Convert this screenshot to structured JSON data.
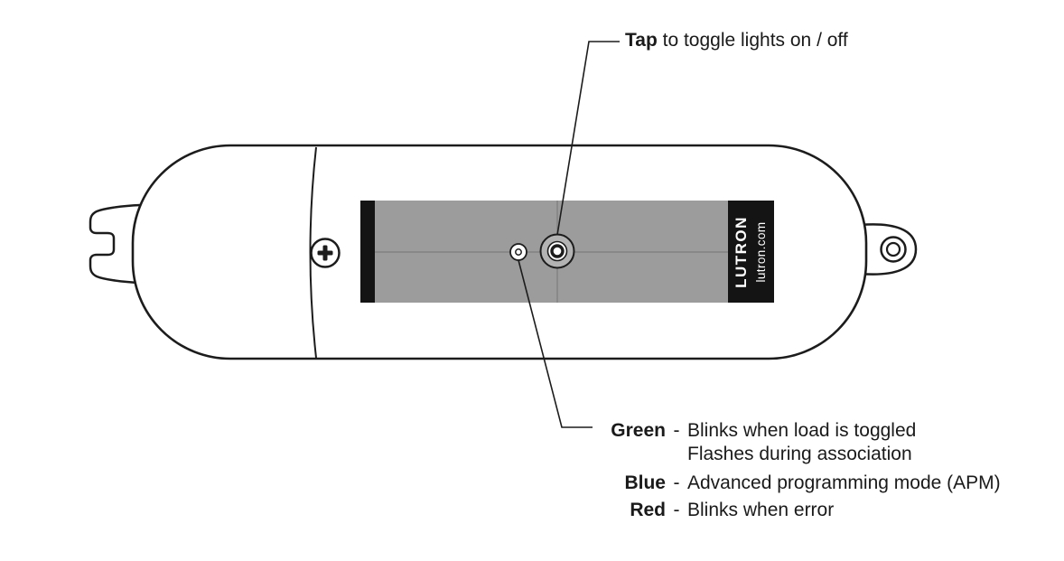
{
  "device": {
    "brand": "LUTRON",
    "brand_site": "lutron.com"
  },
  "callouts": {
    "tap": {
      "label": "Tap",
      "text": " to toggle lights on / off"
    },
    "legend": {
      "rows": [
        {
          "label": "Green",
          "dash": "-",
          "text": "Blinks when load is toggled"
        },
        {
          "label": "",
          "dash": "",
          "text": "Flashes during association"
        },
        {
          "label": "Blue",
          "dash": "-",
          "text": "Advanced programming mode (APM)"
        },
        {
          "label": "Red",
          "dash": "-",
          "text": "Blinks when error"
        }
      ]
    }
  },
  "colors": {
    "label_gray": "#9c9c9c",
    "label_black": "#141414",
    "line": "#1c1c1c"
  }
}
